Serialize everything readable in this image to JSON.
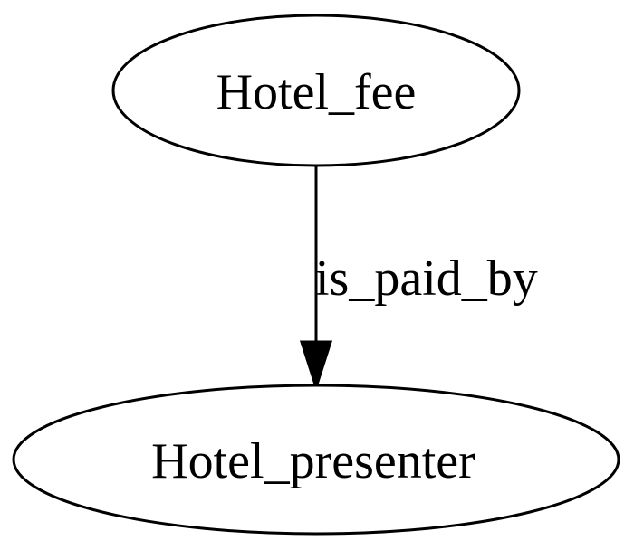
{
  "nodes": [
    {
      "id": "hotel_fee",
      "label": "Hotel_fee"
    },
    {
      "id": "hotel_presenter",
      "label": "Hotel_presenter"
    }
  ],
  "edges": [
    {
      "from": "hotel_fee",
      "to": "hotel_presenter",
      "label": "is_paid_by"
    }
  ]
}
